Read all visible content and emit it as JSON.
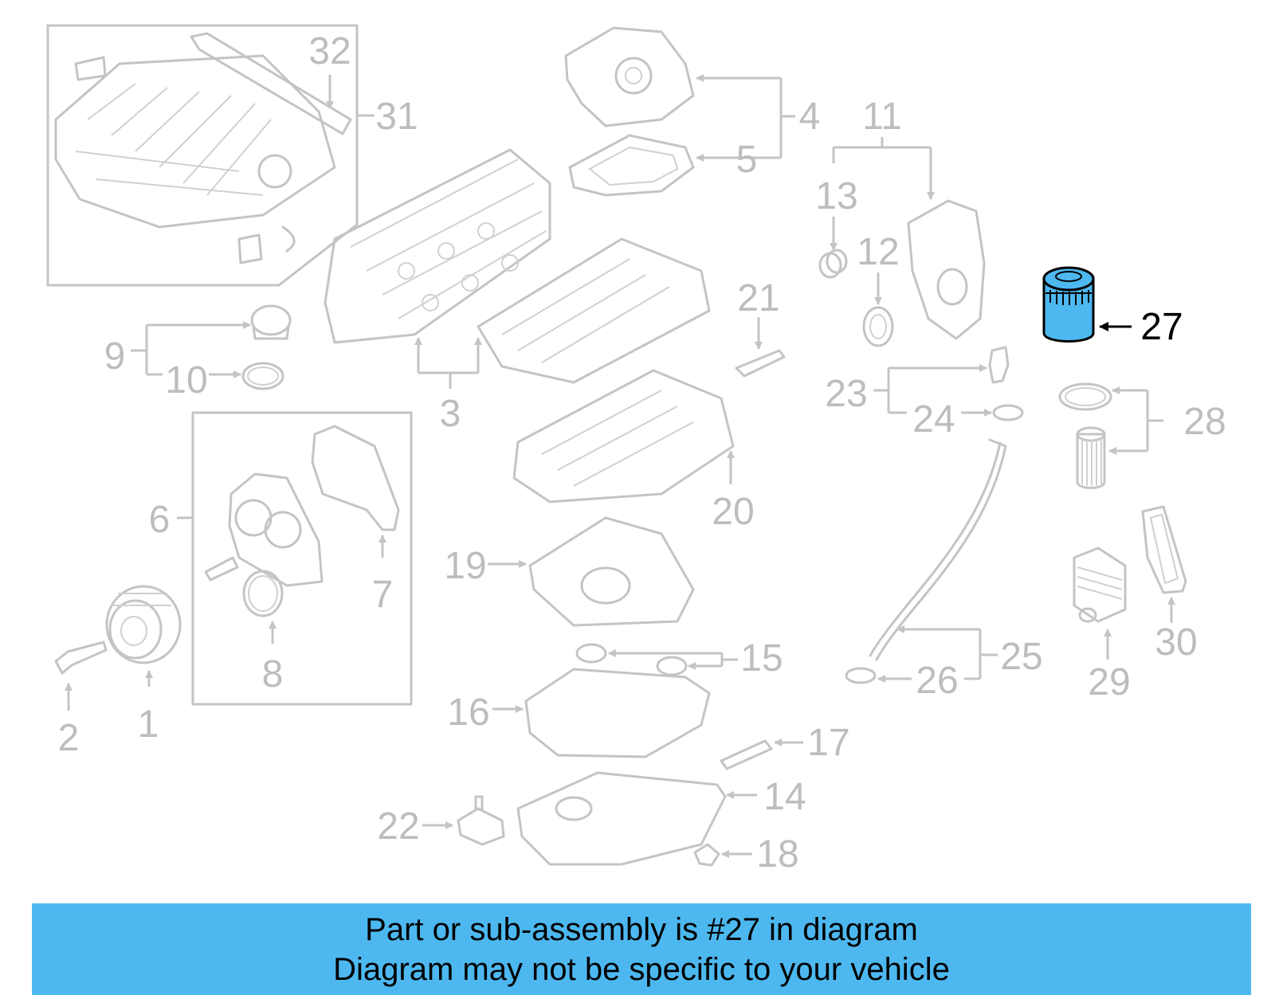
{
  "callouts": {
    "c1": "1",
    "c2": "2",
    "c3": "3",
    "c4": "4",
    "c5": "5",
    "c6": "6",
    "c7": "7",
    "c8": "8",
    "c9": "9",
    "c10": "10",
    "c11": "11",
    "c12": "12",
    "c13": "13",
    "c14": "14",
    "c15": "15",
    "c16": "16",
    "c17": "17",
    "c18": "18",
    "c19": "19",
    "c20": "20",
    "c21": "21",
    "c22": "22",
    "c23": "23",
    "c24": "24",
    "c25": "25",
    "c26": "26",
    "c27": "27",
    "c28": "28",
    "c29": "29",
    "c30": "30",
    "c31": "31",
    "c32": "32"
  },
  "highlighted_part": "27",
  "colors": {
    "highlight_fill": "#4db8f0",
    "banner_background": "#4db8f0",
    "faded_line": "#c4c4c4",
    "highlight_label": "#000000"
  },
  "banner": {
    "line1": "Part or sub-assembly is #27 in diagram",
    "line2": "Diagram may not be specific to your vehicle"
  }
}
